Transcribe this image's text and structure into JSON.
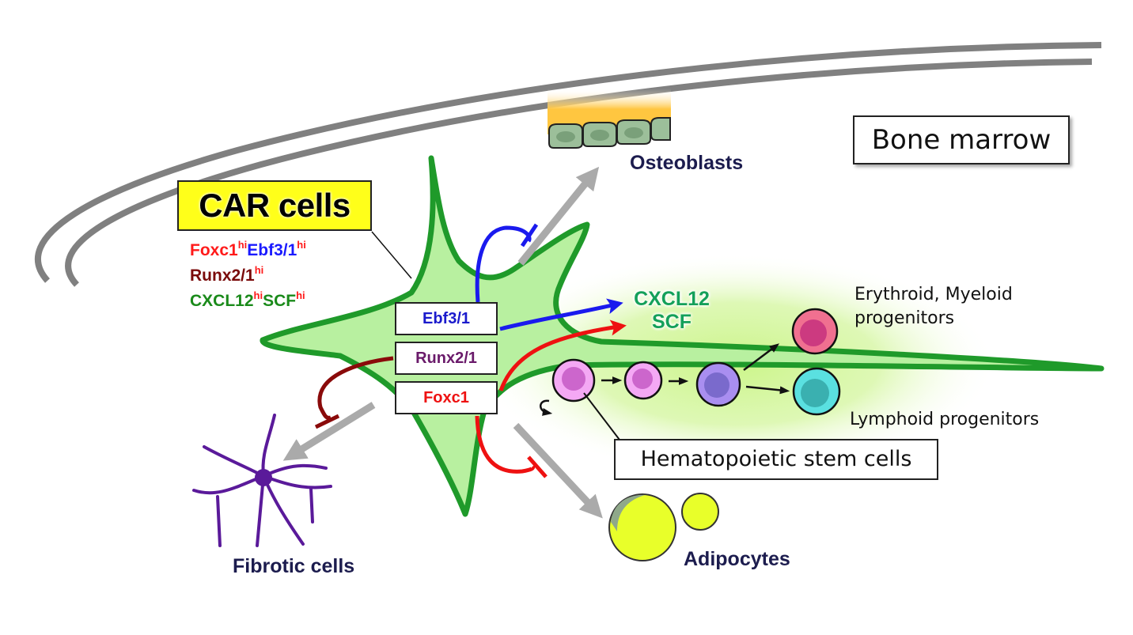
{
  "diagram": {
    "title_region": "Bone marrow",
    "car_cells": {
      "title": "CAR cells",
      "markers": [
        [
          {
            "text": "Foxc1",
            "sup": "hi",
            "color": "#ff1a1a"
          },
          {
            "text": "Ebf3/1",
            "sup": "hi",
            "color": "#1a1aff"
          }
        ],
        [
          {
            "text": "Runx2/1",
            "sup": "hi",
            "color": "#7a0a0a"
          }
        ],
        [
          {
            "text": "CXCL12",
            "sup": "hi",
            "color": "#1a8a1a"
          },
          {
            "text": "SCF",
            "sup": "hi",
            "color": "#1a8a1a"
          }
        ]
      ]
    },
    "transcription_factors": [
      {
        "name": "Ebf3/1",
        "color": "#1a1acc"
      },
      {
        "name": "Runx2/1",
        "color": "#6a1a6a"
      },
      {
        "name": "Foxc1",
        "color": "#ee1111"
      }
    ],
    "secreted_factors": [
      "CXCL12",
      "SCF"
    ],
    "targets": {
      "osteoblasts": "Osteoblasts",
      "fibrotic_cells": "Fibrotic cells",
      "adipocytes": "Adipocytes"
    },
    "hsc_label": "Hematopoietic stem cells",
    "progenitors": {
      "erythroid_myeloid": [
        "Erythroid, Myeloid",
        "progenitors"
      ],
      "lymphoid": "Lymphoid progenitors"
    },
    "colors": {
      "car_cell_fill": "#b8f0a0",
      "car_cell_outline": "#1f9a2a",
      "bone": "#808080",
      "inhibit_blue": "#1a1aee",
      "inhibit_darkred": "#8a0a0a",
      "inhibit_red": "#ee1111",
      "differentiation_arrow": "#aaaaaa",
      "fibrotic": "#5a1a9a",
      "adipocyte": "#e8ff2a",
      "hsc": "#ee99ee",
      "erythroid": "#f07090",
      "lymphoid": "#5ae0e0",
      "intermediate": "#a98ef0"
    }
  }
}
